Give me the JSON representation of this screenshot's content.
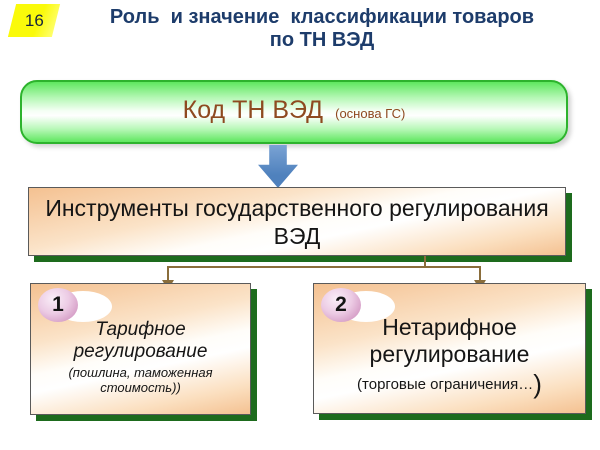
{
  "slide": {
    "number": "16",
    "title_line1": "Роль  и значение  классификации товаров",
    "title_line2": "по ТН ВЭД"
  },
  "code_box": {
    "label": "Код ТН ВЭД",
    "note": "(основа ГС)"
  },
  "instruments_box": {
    "line1": "Инструменты государственного регулирования",
    "line2": "ВЭД"
  },
  "branches": [
    {
      "badge": "1",
      "title_line1": "Тарифное",
      "title_line2": "регулирование",
      "subtitle_line1": "(пошлина, таможенная",
      "subtitle_line2": "стоимость))"
    },
    {
      "badge": "2",
      "title_line1": "Нетарифное",
      "title_line2": "регулирование",
      "subtitle": "(торговые ограничения…",
      "subtitle_paren": ")"
    }
  ],
  "colors": {
    "title-navy": "#1d3c6b",
    "tab-yellow": "#fafa0a",
    "green-border": "#2db32d",
    "green-fill": "#5fe75f",
    "code-brown": "#8e4a20",
    "arrow-blue": "#4f81bd",
    "peach": "#f4c191",
    "box-border": "#5a5a5a",
    "shadow-green": "#1d6b1d",
    "connector-brown": "#8a6d3b",
    "badge-pink": "#c582b8"
  }
}
